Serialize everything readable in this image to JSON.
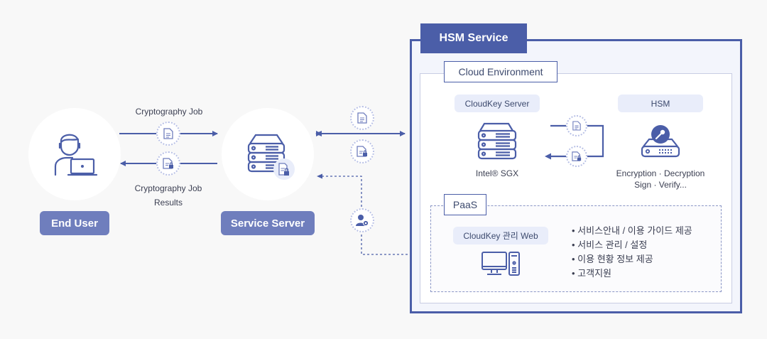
{
  "colors": {
    "primary": "#4b5ea8",
    "pill": "#6f7ebd",
    "soft": "#e9edfa",
    "background": "#f8f8f8"
  },
  "end_user": {
    "label": "End User",
    "icon": "user-with-laptop-icon"
  },
  "service_server": {
    "label": "Service Server",
    "icon": "server-lock-icon"
  },
  "flows": {
    "request_label": "Cryptography Job",
    "response_label_line1": "Cryptography Job",
    "response_label_line2": "Results"
  },
  "hsm_service": {
    "title": "HSM Service",
    "cloud_environment": {
      "title": "Cloud Environment",
      "cloudkey_server": {
        "label": "CloudKey Server",
        "caption": "Intel® SGX"
      },
      "hsm": {
        "label": "HSM",
        "caption_line1": "Encryption · Decryption",
        "caption_line2": "Sign · Verify..."
      }
    },
    "paas": {
      "title": "PaaS",
      "web": {
        "label": "CloudKey 관리 Web"
      },
      "features": [
        "• 서비스안내 / 이용 가이드 제공",
        "• 서비스 관리 / 설정",
        "• 이용 현황 정보 제공",
        "• 고객지원"
      ]
    }
  }
}
